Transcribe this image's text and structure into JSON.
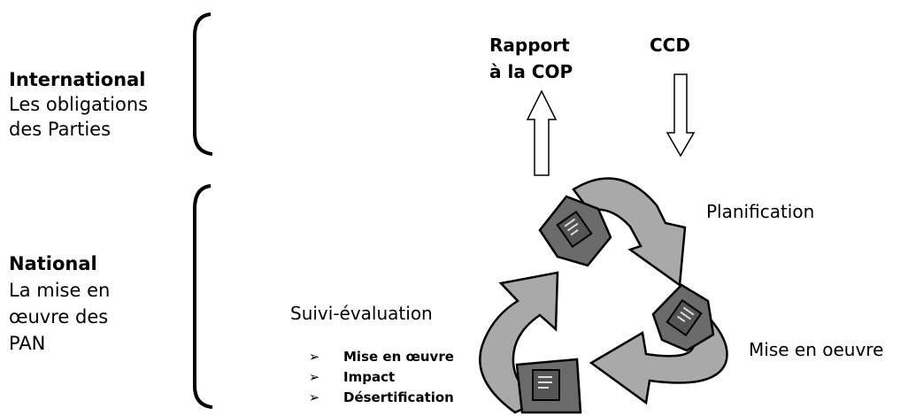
{
  "levels": {
    "international": {
      "title": "International",
      "lines": [
        "Les obligations",
        "des Parties"
      ]
    },
    "national": {
      "title": "National",
      "lines": [
        "La mise en",
        "œuvre des",
        "PAN"
      ]
    }
  },
  "top_labels": {
    "report": [
      "Rapport",
      "à la COP"
    ],
    "ccd": "CCD"
  },
  "cycle": {
    "planification": "Planification",
    "implementation": "Mise en oeuvre",
    "monitoring": "Suivi-évaluation"
  },
  "monitoring_items": [
    "Mise en œuvre",
    "Impact",
    "Désertification"
  ],
  "bullet_glyph": "➢",
  "colors": {
    "arrow_fill": "#a9a9a9",
    "arrow_dark": "#6b6b6b",
    "outline": "#000000"
  }
}
